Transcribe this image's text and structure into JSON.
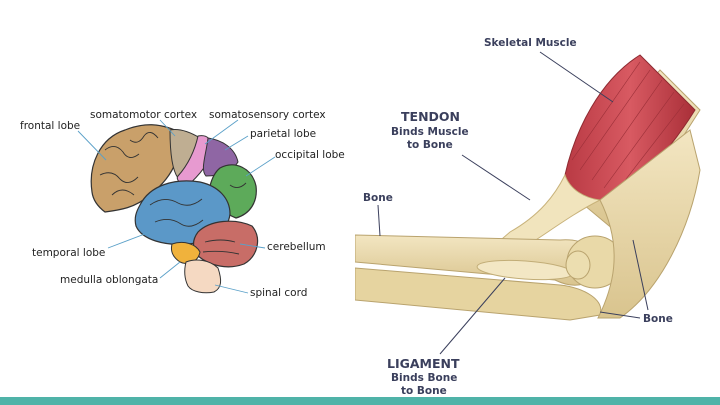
{
  "brain_diagram": {
    "labels": {
      "frontal_lobe": "frontal lobe",
      "somatomotor_cortex": "somatomotor cortex",
      "somatosensory_cortex": "somatosensory cortex",
      "parietal_lobe": "parietal lobe",
      "occipital_lobe": "occipital lobe",
      "temporal_lobe": "temporal lobe",
      "medulla_oblongata": "medulla oblongata",
      "cerebellum": "cerebellum",
      "spinal_cord": "spinal cord"
    },
    "colors": {
      "frontal": "#c9a06a",
      "somatomotor": "#bfae92",
      "somatosensory": "#e79ad0",
      "parietal": "#8f66a4",
      "occipital": "#5daa5a",
      "temporal": "#5b98c8",
      "cerebellum": "#c86d67",
      "medulla": "#f0b23c",
      "spinal": "#f5d9c2"
    }
  },
  "arm_diagram": {
    "labels": {
      "skeletal_muscle": "Skeletal Muscle",
      "tendon_title": "TENDON",
      "tendon_line1": "Binds Muscle",
      "tendon_line2": "to Bone",
      "bone_left": "Bone",
      "bone_right": "Bone",
      "ligament_title": "LIGAMENT",
      "ligament_line1": "Binds Bone",
      "ligament_line2": "to Bone"
    },
    "colors": {
      "bone": "#eee0b6",
      "muscle": "#c9454d",
      "label": "#3a3f5c"
    }
  },
  "theme": {
    "accent_bar": "#4fb3a8"
  }
}
